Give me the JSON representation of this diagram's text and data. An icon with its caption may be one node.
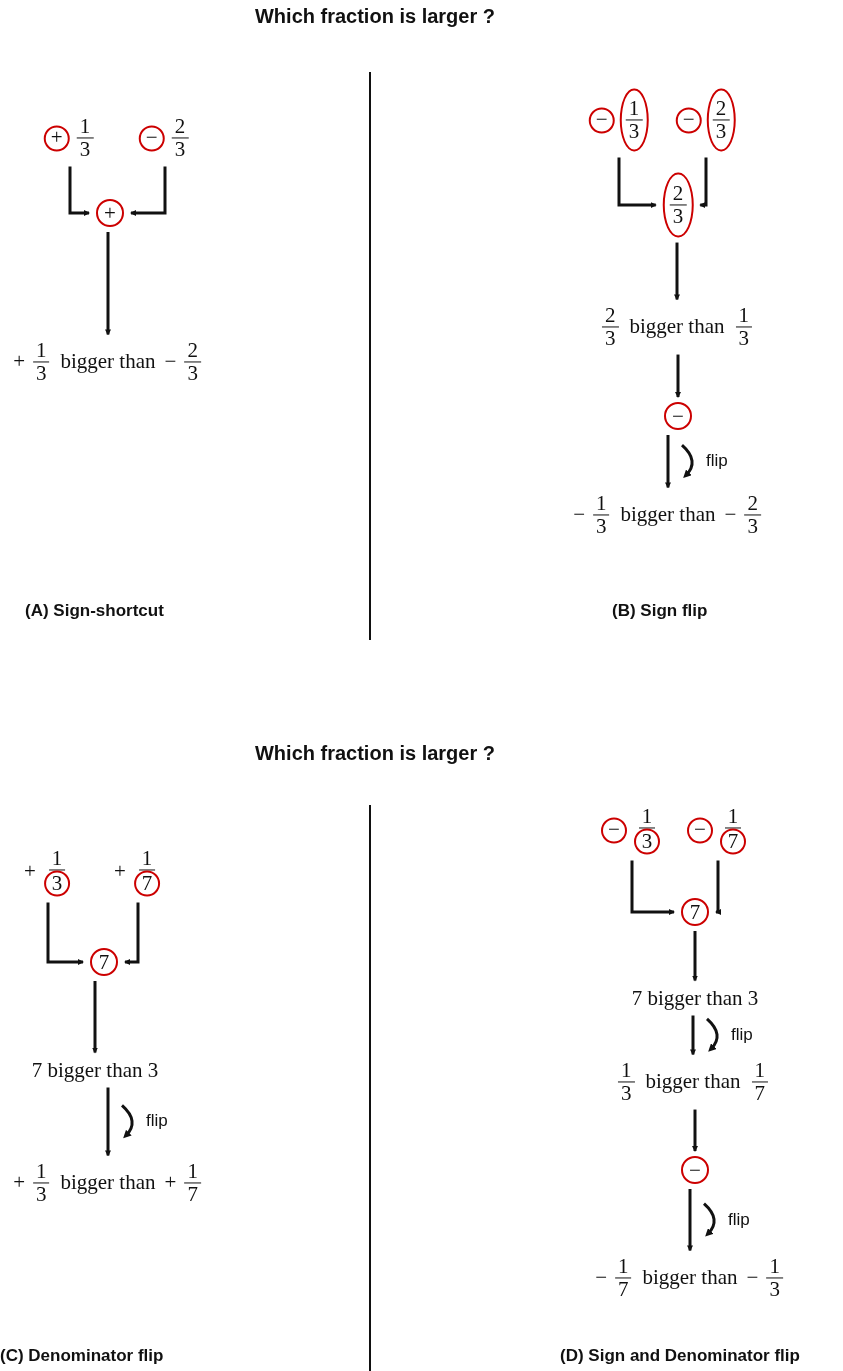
{
  "diagram": {
    "nodes": [
      {
        "text": [
          "+",
          "1",
          "3"
        ]
      },
      {
        "text": [
          "−",
          "2",
          "3"
        ]
      },
      {
        "text": [
          "+"
        ]
      },
      {
        "text": [
          "+",
          "1",
          "3",
          "bigger than",
          "−",
          "2",
          "3"
        ]
      },
      {
        "text": [
          "−",
          "1",
          "3"
        ]
      },
      {
        "text": [
          "−",
          "2",
          "3"
        ]
      },
      {
        "text": [
          "2",
          "3"
        ]
      },
      {
        "text": [
          "2",
          "3",
          "bigger than",
          "1",
          "3"
        ]
      },
      {
        "text": [
          "−"
        ]
      },
      {
        "text": [
          "−",
          "1",
          "3",
          "bigger than",
          "−",
          "2",
          "3"
        ]
      },
      {
        "text": [
          "+",
          "1",
          "3"
        ]
      },
      {
        "text": [
          "+",
          "1",
          "7"
        ]
      },
      {
        "text": [
          "7"
        ]
      },
      {
        "text": [
          "7 bigger than 3"
        ]
      },
      {
        "text": [
          "+",
          "1",
          "3",
          "bigger than",
          "+",
          "1",
          "7"
        ]
      },
      {
        "text": [
          "−",
          "1",
          "3"
        ]
      },
      {
        "text": [
          "−",
          "1",
          "7"
        ]
      },
      {
        "text": [
          "7"
        ]
      },
      {
        "text": [
          "7 bigger than 3"
        ]
      },
      {
        "text": [
          "1",
          "3",
          "bigger than",
          "1",
          "7"
        ]
      },
      {
        "text": [
          "−"
        ]
      },
      {
        "text": [
          "−",
          "1",
          "7",
          "bigger than",
          "−",
          "1",
          "3"
        ]
      }
    ],
    "edges": [
      {
        "from": 0,
        "to": 2,
        "arrow": "to"
      },
      {
        "from": 1,
        "to": 2,
        "arrow": "to"
      },
      {
        "from": 2,
        "to": 3,
        "arrow": "to"
      },
      {
        "from": 4,
        "to": 6,
        "arrow": "to"
      },
      {
        "from": 5,
        "to": 6,
        "arrow": "to"
      },
      {
        "from": 6,
        "to": 7,
        "arrow": "to"
      },
      {
        "from": 7,
        "to": 8,
        "arrow": "to"
      },
      {
        "from": 8,
        "to": 9,
        "arrow": "to",
        "label": "flip"
      },
      {
        "from": 10,
        "to": 12,
        "arrow": "to"
      },
      {
        "from": 11,
        "to": 12,
        "arrow": "to"
      },
      {
        "from": 12,
        "to": 13,
        "arrow": "to"
      },
      {
        "from": 13,
        "to": 14,
        "arrow": "to",
        "label": "flip"
      },
      {
        "from": 15,
        "to": 17,
        "arrow": "to"
      },
      {
        "from": 16,
        "to": 17,
        "arrow": "to"
      },
      {
        "from": 17,
        "to": 18,
        "arrow": "to"
      },
      {
        "from": 18,
        "to": 19,
        "arrow": "to",
        "label": "flip"
      },
      {
        "from": 19,
        "to": 20,
        "arrow": "to"
      },
      {
        "from": 20,
        "to": 21,
        "arrow": "to",
        "label": "flip"
      }
    ],
    "labels": [
      "Which fraction is larger ?",
      "(A) Sign-shortcut",
      "(B) Sign flip",
      "Which fraction is larger ?",
      "(C) Denominator flip",
      "(D) Sign and Denominator flip"
    ]
  }
}
